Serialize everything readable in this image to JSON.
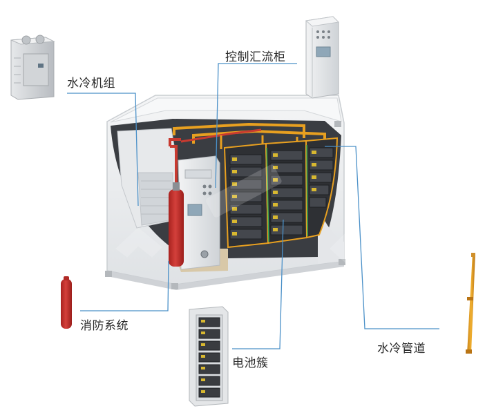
{
  "labels": {
    "water_cooling_unit": "水冷机组",
    "control_cabinet": "控制汇流柜",
    "fire_system": "消防系统",
    "battery_cluster": "电池簇",
    "water_pipe": "水冷管道"
  },
  "colors": {
    "leader_line": "#4a90c8",
    "container_shell": "#eef0f2",
    "container_interior": "#3a3d42",
    "fire_red": "#c8312f",
    "pipe_orange": "#e8a020",
    "pipe_red": "#c83a30",
    "battery_dark": "#2e3034",
    "battery_label": "#d8b830"
  },
  "icons": {
    "water_cooling_unit": "chiller-unit-icon",
    "control_cabinet": "electrical-cabinet-icon",
    "fire_system": "fire-extinguisher-cylinder-icon",
    "battery_cluster": "battery-rack-icon",
    "water_pipe": "cooling-pipe-icon"
  }
}
